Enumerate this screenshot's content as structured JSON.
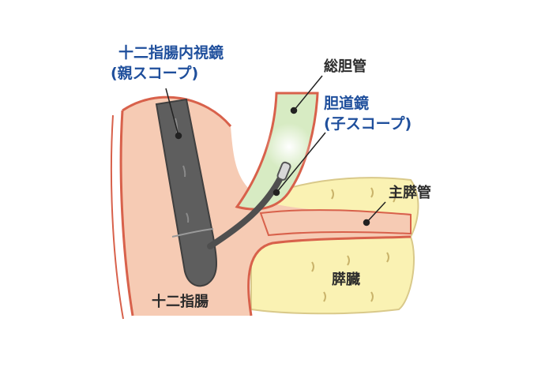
{
  "labels": {
    "duodenoscope_line1": "十二指腸内視鏡",
    "duodenoscope_line2": "(親スコープ)",
    "bile_duct": "総胆管",
    "cholangioscope_line1": "胆道鏡",
    "cholangioscope_line2": "(子スコープ)",
    "pancreatic_duct": "主膵管",
    "pancreas": "膵臓",
    "duodenum": "十二指腸"
  },
  "colors": {
    "duodenum_wall": "#f6cbb4",
    "wall_outline": "#d8614b",
    "bile_duct": "#d7ebc3",
    "pancreas": "#faf2b3",
    "scope": "#5e5e5e",
    "label_blue": "#1f4f9c",
    "label_dark": "#2b2b2b"
  },
  "icons": {
    "duodenoscope": "endoscope-tube-icon",
    "cholangioscope": "thin-scope-icon",
    "light": "scope-light-glow-icon"
  }
}
